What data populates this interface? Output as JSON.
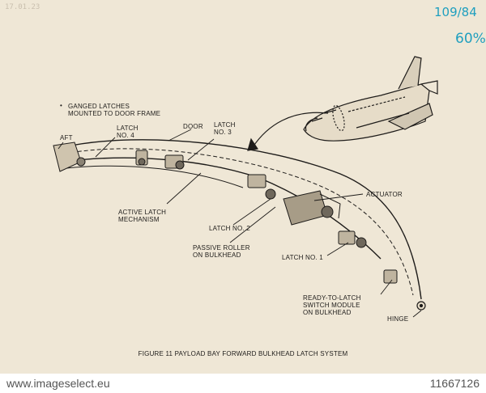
{
  "annotations": {
    "handwritten_top": "109/84",
    "handwritten_percent": "60%",
    "stamp": "17.01.23"
  },
  "note": {
    "bullet": "•",
    "text": "GANGED LATCHES\nMOUNTED TO DOOR FRAME"
  },
  "labels": {
    "aft": "AFT",
    "latch4": "LATCH\nNO. 4",
    "door": "DOOR",
    "latch3": "LATCH\nNO. 3",
    "actuator": "ACTUATOR",
    "active_latch": "ACTIVE LATCH\nMECHANISM",
    "latch2": "LATCH NO. 2",
    "passive_roller": "PASSIVE ROLLER\nON BULKHEAD",
    "latch1": "LATCH NO. 1",
    "ready_to_latch": "READY-TO-LATCH\nSWITCH MODULE\nON BULKHEAD",
    "hinge": "HINGE"
  },
  "caption": "FIGURE 11 PAYLOAD BAY FORWARD BULKHEAD LATCH SYSTEM",
  "footer": {
    "left": "www.imageselect.eu",
    "right": "11667126"
  },
  "colors": {
    "paper": "#efe7d6",
    "ink": "#1e1c1a",
    "handwriting": "#1f9fbf"
  },
  "icons": [
    "space-shuttle-icon",
    "pointer-arrow-icon"
  ]
}
